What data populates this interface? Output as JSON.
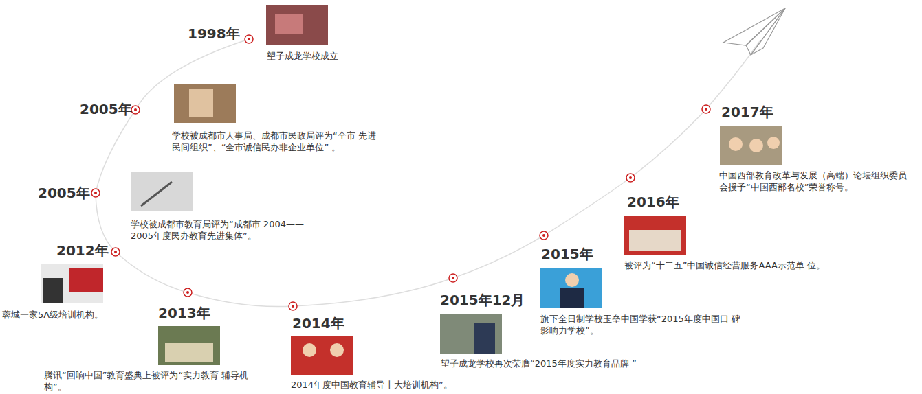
{
  "diagram": {
    "labels": [
      "1998年",
      "望子成龙学校成立",
      "2005年",
      "学校被成都市人事局、成都市民政局评为“全市 先进民间组织”、“全市诚信民办非企业单位” 。",
      "2005年",
      "学校被成都市教育局评为“成都市 2004——2005年度民办教育先进集体”。",
      "2012年",
      "蓉城一家5A级培训机构。",
      "2013年",
      "腾讯“回响中国”教育盛典上被评为“实力教育 辅导机构”。",
      "2014年",
      "2014年度中国教育辅导十大培训机构”。",
      "2015年12月",
      "望子成龙学校再次荣膺“2015年度实力教育品牌 ”",
      "2015年",
      "旗下全日制学校玉垒中国学获“2015年度中国口 碑影响力学校”。",
      "2016年",
      "被评为“十二五”中国诚信经营服务AAA示范单 位。",
      "2017年",
      "中国西部教育改革与发展（高端）论坛组织委员 会授予“中国西部名校”荣誉称号。"
    ]
  }
}
